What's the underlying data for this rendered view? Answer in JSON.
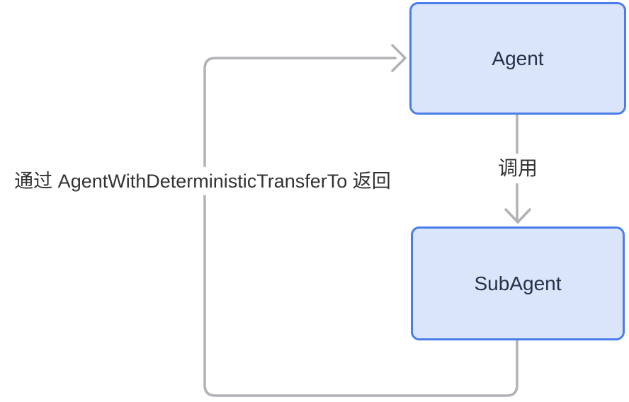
{
  "diagram": {
    "type": "flowchart",
    "background": "#ffffff",
    "nodes": [
      {
        "id": "agent",
        "label": "Agent"
      },
      {
        "id": "subagent",
        "label": "SubAgent"
      }
    ],
    "edges": [
      {
        "from": "agent",
        "to": "subagent",
        "label": "调用",
        "direction": "down"
      },
      {
        "from": "subagent",
        "to": "agent",
        "label": "通过 AgentWithDeterministicTransferTo 返回",
        "direction": "loop-left"
      }
    ],
    "colors": {
      "node_fill": "#dbe5f9",
      "node_border": "#4a7de8",
      "node_text": "#263147",
      "edge_line": "#b1b1b6",
      "edge_label_text": "#333333",
      "edge_label_background": "#ffffff"
    }
  }
}
